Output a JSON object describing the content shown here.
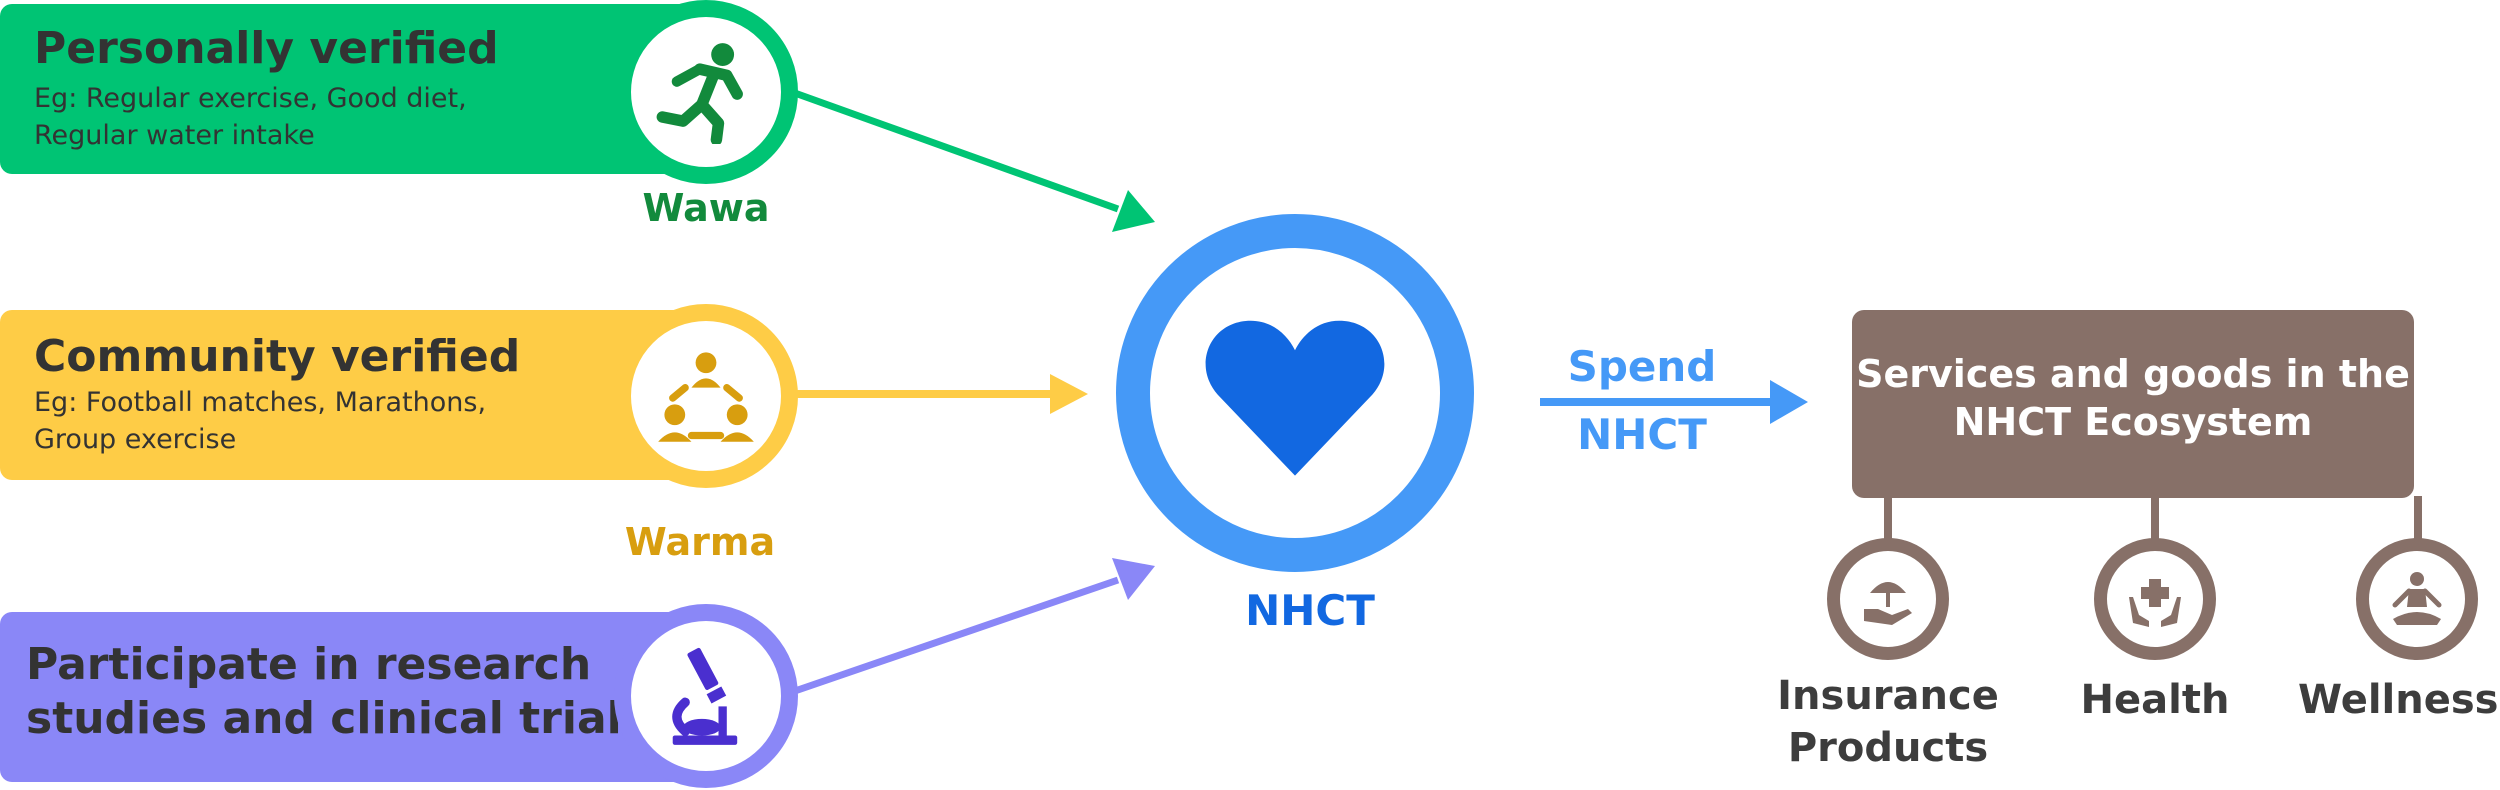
{
  "sources": [
    {
      "title": "Personally verified",
      "sub1": "Eg: Regular exercise, Good diet,",
      "sub2": "Regular water intake",
      "tag": "Wawa",
      "icon": "running-person-icon",
      "color": "#00c474",
      "tag_color": "#128a3c"
    },
    {
      "title": "Community verified",
      "sub1": "Eg: Football matches, Marathons,",
      "sub2": "Group exercise",
      "tag": "Warma",
      "icon": "group-people-icon",
      "color": "#fecc46",
      "tag_color": "#d89e0f"
    },
    {
      "title1": "Participate in research",
      "title2": "studies and clinical trials",
      "icon": "microscope-icon",
      "color": "#8a87f7",
      "icon_color": "#4a2fcf"
    }
  ],
  "center": {
    "label": "NHCT",
    "icon": "heart-icon",
    "ring_color": "#4599f7",
    "heart_color": "#1268e1"
  },
  "spend": {
    "line1": "Spend",
    "line2": "NHCT",
    "color": "#4599f7"
  },
  "ecosystem": {
    "title1": "Services and goods in the",
    "title2": "NHCT Ecosystem",
    "color": "#877068",
    "services": [
      {
        "label1": "Insurance",
        "label2": "Products",
        "icon": "umbrella-hand-icon"
      },
      {
        "label1": "Health",
        "icon": "hands-cross-icon"
      },
      {
        "label1": "Wellness",
        "icon": "meditation-icon"
      }
    ]
  }
}
